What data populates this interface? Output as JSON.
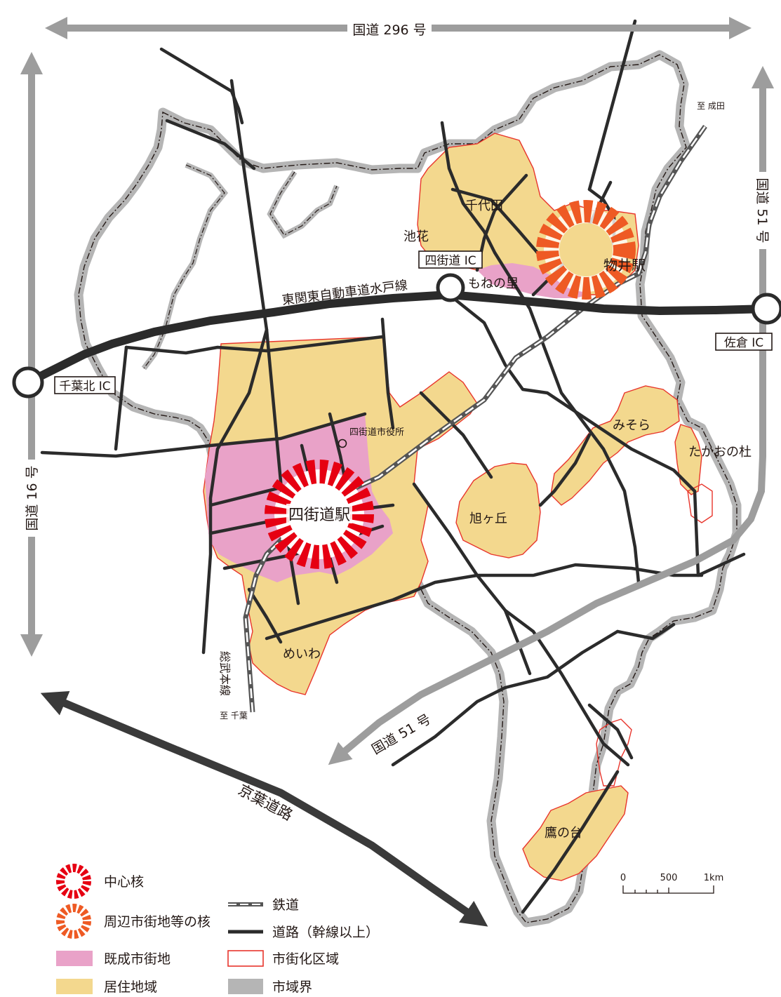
{
  "colors": {
    "existing_urban": "#e9a2c8",
    "residential": "#f3d88e",
    "urbanization_outline": "#e8352c",
    "city_boundary_halo": "#b5b5b5",
    "road": "#2b2b2b",
    "central_core": "#e60012",
    "peripheral_core": "#ee5a24",
    "arterial_arrow": "#9d9d9d",
    "keiyo_arrow": "#3a3a3a"
  },
  "arterials": {
    "r296": "国道 296 号",
    "r16": "国道 16 号",
    "r51_east": "国道 51 号",
    "r51_south": "国道 51 号",
    "keiyo": "京葉道路"
  },
  "expressway": "東関東自動車道水戸線",
  "interchanges": {
    "yotsukaido": "四街道 IC",
    "chibakita": "千葉北 IC",
    "sakura": "佐倉 IC"
  },
  "railway": {
    "line_name": "総武本線",
    "to_narita": "至 成田",
    "to_chiba": "至 千葉"
  },
  "stations": {
    "yotsukaido": "四街道駅",
    "monoi": "物井駅"
  },
  "city_hall": "四街道市役所",
  "districts": {
    "chiyoda": "千代田",
    "ikehana": "池花",
    "mone": "もねの里",
    "misora": "みそら",
    "takao": "たかおの杜",
    "asahi": "旭ヶ丘",
    "meiwa": "めいわ",
    "takanodai": "鷹の台"
  },
  "scale": {
    "zero": "0",
    "mid": "500",
    "end": "1km"
  },
  "legend": {
    "central_core": "中心核",
    "peripheral_core": "周辺市街地等の核",
    "existing_urban": "既成市街地",
    "residential": "居住地域",
    "railway": "鉄道",
    "road": "道路（幹線以上）",
    "urbanization_area": "市街化区域",
    "city_boundary": "市域界"
  }
}
